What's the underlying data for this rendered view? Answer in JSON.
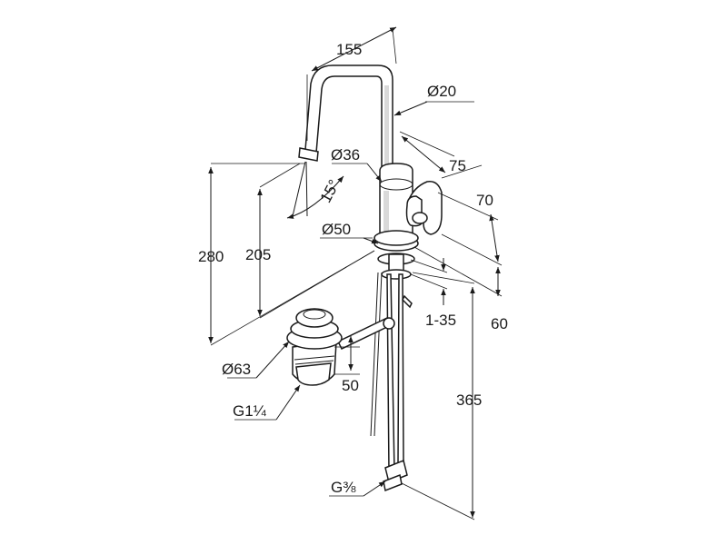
{
  "dimensions": {
    "spout_reach": "155",
    "spout_diameter": "Ø20",
    "body_diameter": "Ø36",
    "handle_depth": "75",
    "handle_height": "70",
    "spray_angle": "15°",
    "base_diameter": "Ø50",
    "total_height": "280",
    "spout_height": "205",
    "deck_thickness": "1-35",
    "base_offset": "60",
    "hose_length": "365",
    "drain_diameter": "Ø63",
    "drain_offset": "50",
    "drain_thread": "G1¼",
    "hose_thread": "G⅜"
  },
  "colors": {
    "line": "#1a1a1a",
    "shade": "#d9d9d9",
    "background": "#ffffff"
  }
}
